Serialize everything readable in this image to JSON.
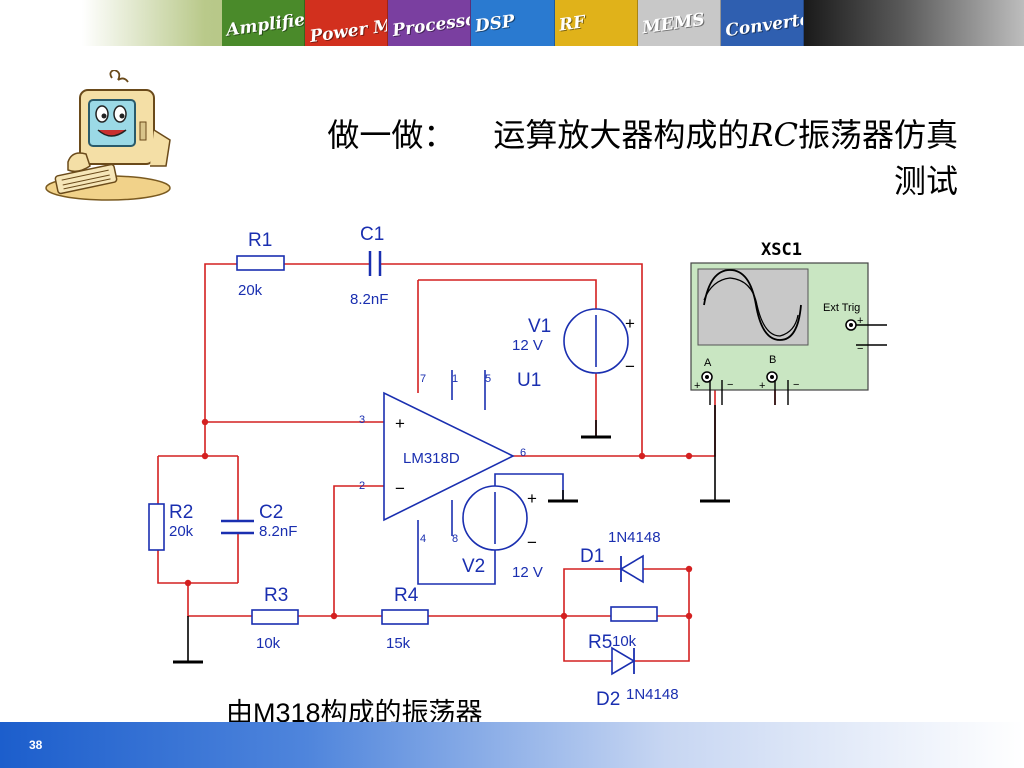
{
  "banner": {
    "tiles": [
      "Amplifiers",
      "Power Management",
      "Processors",
      "DSP",
      "RF",
      "MEMS",
      "Converters"
    ],
    "tile_colors": [
      "#4a8a2a",
      "#d2301e",
      "#7a3fa0",
      "#2a7ad0",
      "#e0b21a",
      "#c8c8c8",
      "#2f5fb0"
    ]
  },
  "title": {
    "line1_prefix": "做一做：",
    "line1_main_a": "运算放大器构成的",
    "line1_italic": "RC",
    "line1_main_b": "振荡器仿真",
    "line2": "测试"
  },
  "circuit": {
    "components": {
      "r1": {
        "name": "R1",
        "value": "20k"
      },
      "c1": {
        "name": "C1",
        "value": "8.2nF"
      },
      "r2": {
        "name": "R2",
        "value": "20k"
      },
      "c2": {
        "name": "C2",
        "value": "8.2nF"
      },
      "r3": {
        "name": "R3",
        "value": "10k"
      },
      "r4": {
        "name": "R4",
        "value": "15k"
      },
      "r5": {
        "name": "R5",
        "value": "10k"
      },
      "d1": {
        "name": "D1",
        "part": "1N4148"
      },
      "d2": {
        "name": "D2",
        "part": "1N4148"
      },
      "v1": {
        "name": "V1",
        "value": "12 V"
      },
      "v2": {
        "name": "V2",
        "value": "12 V"
      },
      "u1": {
        "name": "U1",
        "part": "LM318D"
      }
    },
    "op_amp_pins": {
      "p7": "7",
      "p1": "1",
      "p5": "5",
      "p3": "3",
      "p2": "2",
      "p6": "6",
      "p4": "4",
      "p8": "8"
    },
    "op_amp_signs": {
      "plus": "+",
      "minus": "−"
    },
    "source_signs": {
      "plus": "+",
      "minus": "−"
    },
    "scope": {
      "name": "XSC1",
      "ext_trig": "Ext Trig",
      "ch_a": "A",
      "ch_b": "B",
      "plus": "+",
      "minus": "−"
    },
    "colors": {
      "wire": "#d42020",
      "component": "#1a2fb0",
      "ground": "#000000",
      "scope_body": "#c9e6c2",
      "scope_screen": "#c8c8c8"
    }
  },
  "caption": {
    "prefix": "由",
    "model": "M318",
    "suffix": "构成的振荡器"
  },
  "footer": {
    "page_number": "38"
  }
}
